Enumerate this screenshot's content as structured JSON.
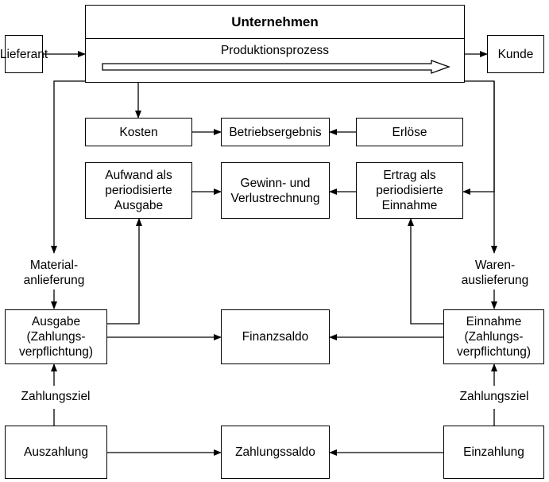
{
  "company": {
    "title": "Unternehmen",
    "process": "Produktionsprozess"
  },
  "nodes": {
    "supplier": "Lieferant",
    "customer": "Kunde",
    "costs": "Kosten",
    "operating_result": "Betriebsergebnis",
    "revenues": "Erlöse",
    "expense": "Aufwand als\nperiodisierte\nAusgabe",
    "income_statement": "Gewinn- und\nVerlustrechnung",
    "income": "Ertrag als\nperiodisierte\nEinnahme",
    "expenditure": "Ausgabe\n(Zahlungs-\nverpflichtung)",
    "financial_balance": "Finanzsaldo",
    "receipt": "Einnahme\n(Zahlungs-\nverpflichtung)",
    "payout": "Auszahlung",
    "payment_balance": "Zahlungssaldo",
    "deposit": "Einzahlung"
  },
  "labels": {
    "material_delivery": "Material-\nanlieferung",
    "goods_delivery": "Waren-\nauslieferung",
    "payment_term_left": "Zahlungsziel",
    "payment_term_right": "Zahlungsziel"
  }
}
